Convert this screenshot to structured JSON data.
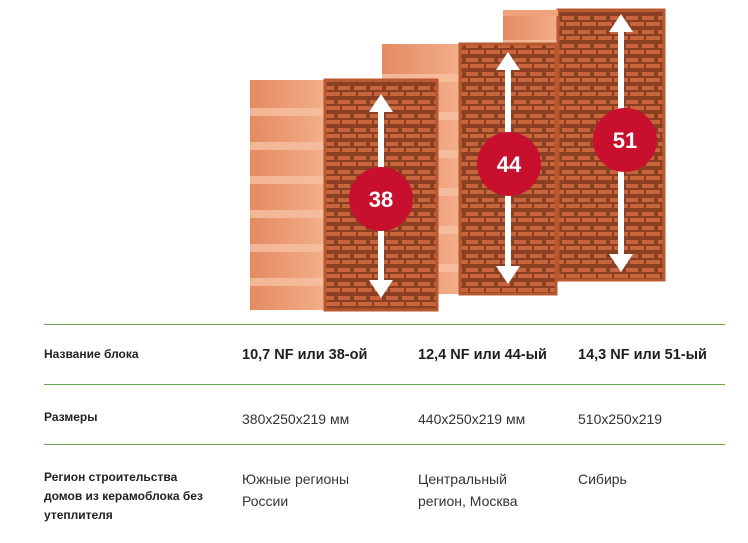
{
  "blocks": [
    {
      "badge": "38"
    },
    {
      "badge": "44"
    },
    {
      "badge": "51"
    }
  ],
  "colors": {
    "brick": "#e9936a",
    "brick_dark": "#9a4a2b",
    "badge": "#c8102e",
    "rule": "#6aa84f"
  },
  "table": {
    "rows": [
      {
        "label": "Название блока",
        "values": [
          "10,7 NF или 38-ой",
          "12,4 NF или 44-ый",
          "14,3 NF или 51-ый"
        ]
      },
      {
        "label": "Размеры",
        "values": [
          "380x250x219 мм",
          "440x250x219 мм",
          "510x250x219"
        ]
      },
      {
        "label": "Регион строительства домов из керамоблока без утеплителя",
        "values": [
          "Южные регионы России",
          "Центральный регион, Москва",
          "Сибирь"
        ]
      }
    ]
  }
}
